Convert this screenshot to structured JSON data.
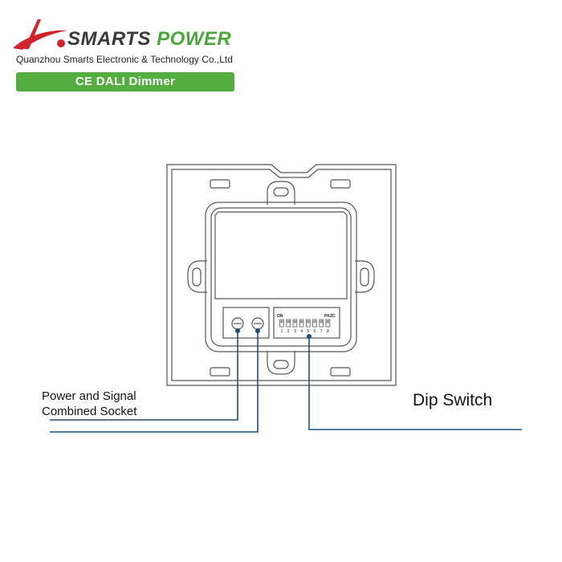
{
  "header": {
    "brand_part1": "SMARTS",
    "brand_part2": "POWER",
    "company": "Quanzhou Smarts Electronic & Technology Co.,Ltd",
    "banner": "CE DALI Dimmer"
  },
  "colors": {
    "brand_red": "#d2232a",
    "brand_green": "#4aa83a",
    "banner_green": "#54ad3f",
    "leader_line": "#1f4e79",
    "outline": "#555555"
  },
  "device": {
    "dip_on_label": "ON",
    "dip_right_label": "PKZC",
    "dip_numbers": [
      "1",
      "2",
      "3",
      "4",
      "5",
      "6",
      "7",
      "8"
    ]
  },
  "callouts": {
    "socket_line1": "Power and Signal",
    "socket_line2": "Combined Socket",
    "dip": "Dip Switch"
  }
}
